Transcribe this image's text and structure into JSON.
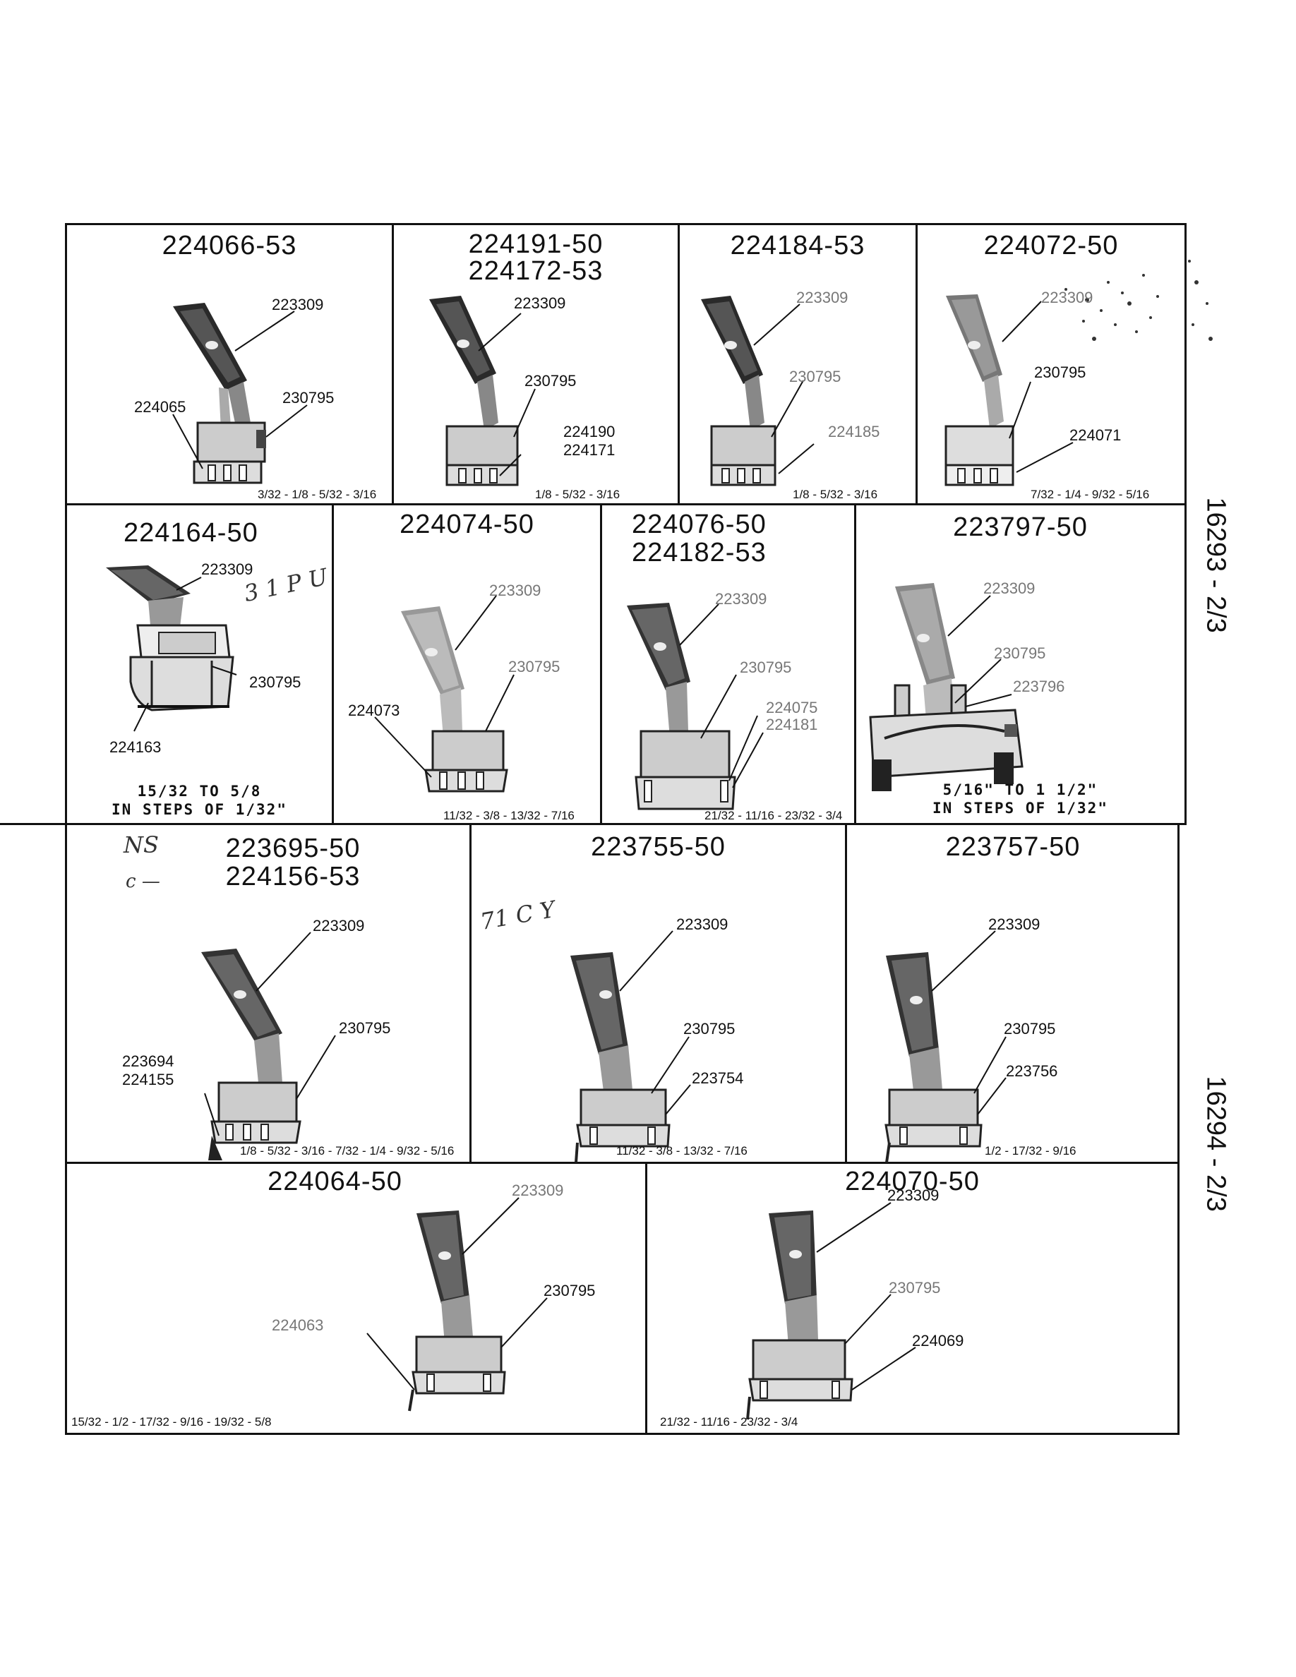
{
  "side_labels": {
    "upper": "16293 - 2/3",
    "lower": "16294 - 2/3"
  },
  "handwritten": {
    "row2": "3 1 P U",
    "row3_a": "NS",
    "row3_b": "c —",
    "row3_c": "71 C Y"
  },
  "row1": [
    {
      "title": "224066-53",
      "labels": [
        "223309",
        "224065",
        "230795"
      ],
      "sizes": "3/32 - 1/8 - 5/32 - 3/16"
    },
    {
      "title": "224191-50",
      "title2": "224172-53",
      "labels": [
        "223309",
        "230795",
        "224190",
        "224171"
      ],
      "sizes": "1/8 - 5/32 - 3/16"
    },
    {
      "title": "224184-53",
      "labels": [
        "223309",
        "230795",
        "224185"
      ],
      "sizes": "1/8 - 5/32 - 3/16"
    },
    {
      "title": "224072-50",
      "labels": [
        "223309",
        "230795",
        "224071"
      ],
      "sizes": "7/32 - 1/4 - 9/32 - 5/16"
    }
  ],
  "row2": [
    {
      "title": "224164-50",
      "labels": [
        "223309",
        "230795",
        "224163"
      ],
      "range": [
        "15/32 TO 5/8",
        "IN STEPS OF 1/32\""
      ]
    },
    {
      "title": "224074-50",
      "labels": [
        "223309",
        "230795",
        "224073"
      ],
      "sizes": "11/32 - 3/8 - 13/32 - 7/16"
    },
    {
      "title": "224076-50",
      "title2": "224182-53",
      "labels": [
        "223309",
        "230795",
        "224075",
        "224181"
      ],
      "sizes": "21/32 - 11/16 - 23/32 - 3/4"
    },
    {
      "title": "223797-50",
      "labels": [
        "223309",
        "230795",
        "223796"
      ],
      "range": [
        "5/16\" TO 1 1/2\"",
        "IN STEPS OF 1/32\""
      ]
    }
  ],
  "row3": [
    {
      "title": "223695-50",
      "title2": "224156-53",
      "labels": [
        "223309",
        "230795",
        "223694",
        "224155"
      ],
      "sizes": "1/8 - 5/32 - 3/16 - 7/32 - 1/4 - 9/32 - 5/16"
    },
    {
      "title": "223755-50",
      "labels": [
        "223309",
        "230795",
        "223754"
      ],
      "sizes": "11/32 - 3/8 - 13/32 - 7/16"
    },
    {
      "title": "223757-50",
      "labels": [
        "223309",
        "230795",
        "223756"
      ],
      "sizes": "1/2 - 17/32 - 9/16"
    }
  ],
  "row4": [
    {
      "title": "224064-50",
      "labels": [
        "223309",
        "230795",
        "224063"
      ],
      "sizes": "15/32 - 1/2 - 17/32 - 9/16 - 19/32 - 5/8"
    },
    {
      "title": "224070-50",
      "labels": [
        "223309",
        "230795",
        "224069"
      ],
      "sizes": "21/32 - 11/16 - 23/32 - 3/4"
    }
  ]
}
